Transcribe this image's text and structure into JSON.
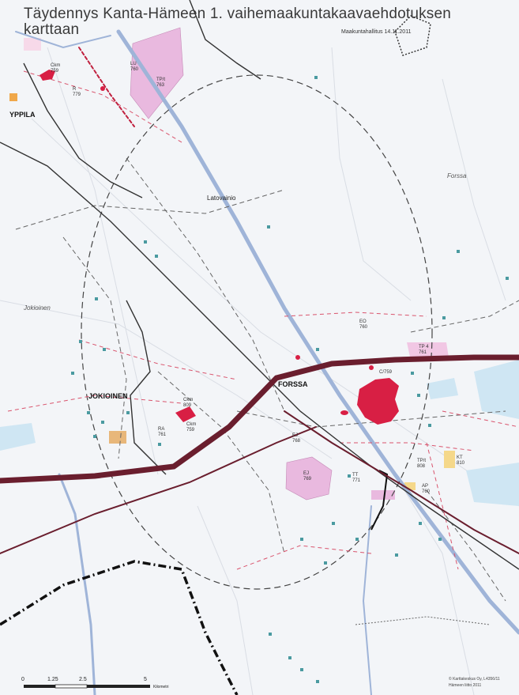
{
  "title_line1": "Täydennys Kanta-Hämeen 1. vaihemaakuntakaavaehdotuksen",
  "title_line2": "karttaan",
  "subtitle": "Maakuntahallitus 14.11.2011",
  "places": {
    "forssa_label": "FORSSA",
    "jokioinen_label": "JOKIOINEN",
    "ypaja_label": "YPPILA",
    "latovainio": "Latovainio",
    "forssa_area": "Forssa",
    "jokioinen_area": "Jokioinen"
  },
  "codes": {
    "tpr_top": "TP/t\n763",
    "lu": "LU\n760",
    "ckm_top": "Ckm\n759",
    "r_top": "R\n779",
    "eo": "EO\n760",
    "tp4": "TP 4\n761",
    "cp": "C/759",
    "ckm_mid": "Ckm\n809",
    "ckm_low": "Ckm\n759",
    "rd": "RA\n761",
    "ej": "EJ\n768",
    "ej2": "EJ\n769",
    "tt": "TT\n771",
    "tp_low": "TP/t\n808",
    "kt": "KT\n810",
    "ap": "AP\n760"
  },
  "scale": {
    "label_0": "0",
    "label_1": "1.25",
    "label_2": "2.5",
    "label_3": "5",
    "unit": "Kilometri"
  },
  "credit_line1": "© Karttakeskus Oy, L4356/11",
  "credit_line2": "Hämeen liitto 2011",
  "colors": {
    "highway": "#6a1e2e",
    "river": "#9fb4d8",
    "urban": "#d81f44",
    "pink_area": "#e9b9df",
    "dashed": "#444444",
    "boundary": "#111111"
  }
}
